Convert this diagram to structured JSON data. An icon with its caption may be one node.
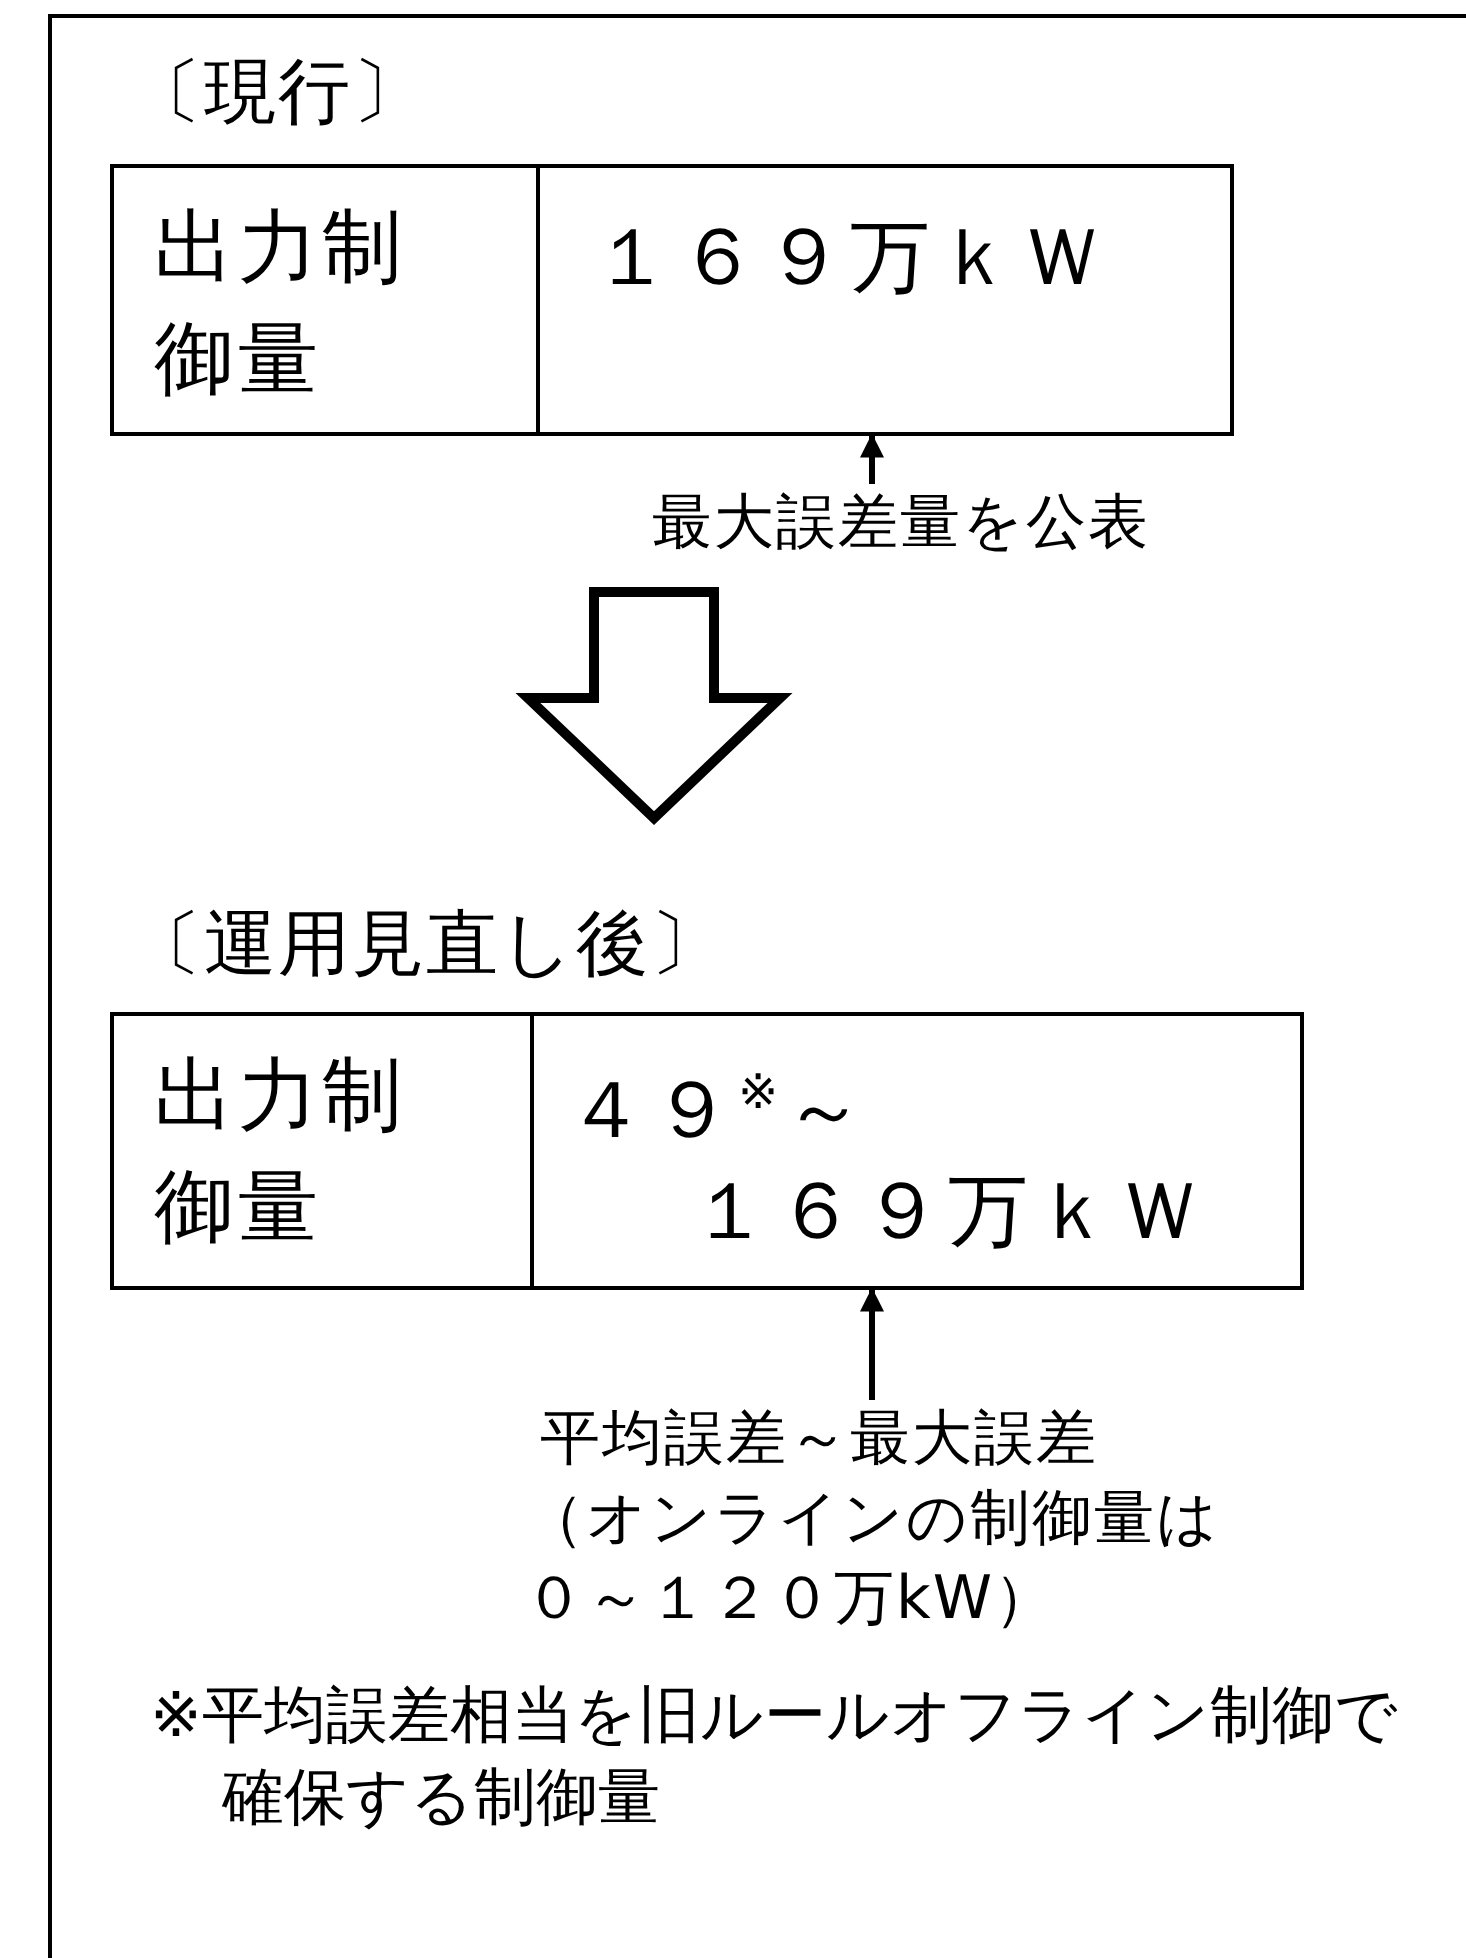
{
  "diagram": {
    "nodes": [
      {
        "text": [
          "〔現行〕"
        ]
      },
      {
        "text": [
          "出力制御量"
        ],
        "in": 0
      },
      {
        "text": [
          "１６９万ｋＷ"
        ],
        "in": 0
      },
      {
        "text": [
          "最大誤差量を公表"
        ]
      },
      {
        "text": [
          "〔運用見直し後〕"
        ]
      },
      {
        "text": [
          "出力制御量"
        ],
        "in": 4
      },
      {
        "text": [
          "４９$^{※}$～",
          "１６９万ｋＷ"
        ],
        "in": 4
      },
      {
        "text": [
          "平均誤差～最大誤差",
          "（オンラインの制御量は０～１２０万kW）"
        ]
      }
    ],
    "edges": [
      {
        "from": 3,
        "to": 2,
        "arrow": "to"
      },
      {
        "from": 0,
        "to": 4,
        "arrow": "to",
        "style": "thick"
      },
      {
        "from": 7,
        "to": 6,
        "arrow": "to"
      }
    ],
    "labels": [
      "※平均誤差相当を旧ルールオフライン制御で確保する制御量"
    ]
  }
}
